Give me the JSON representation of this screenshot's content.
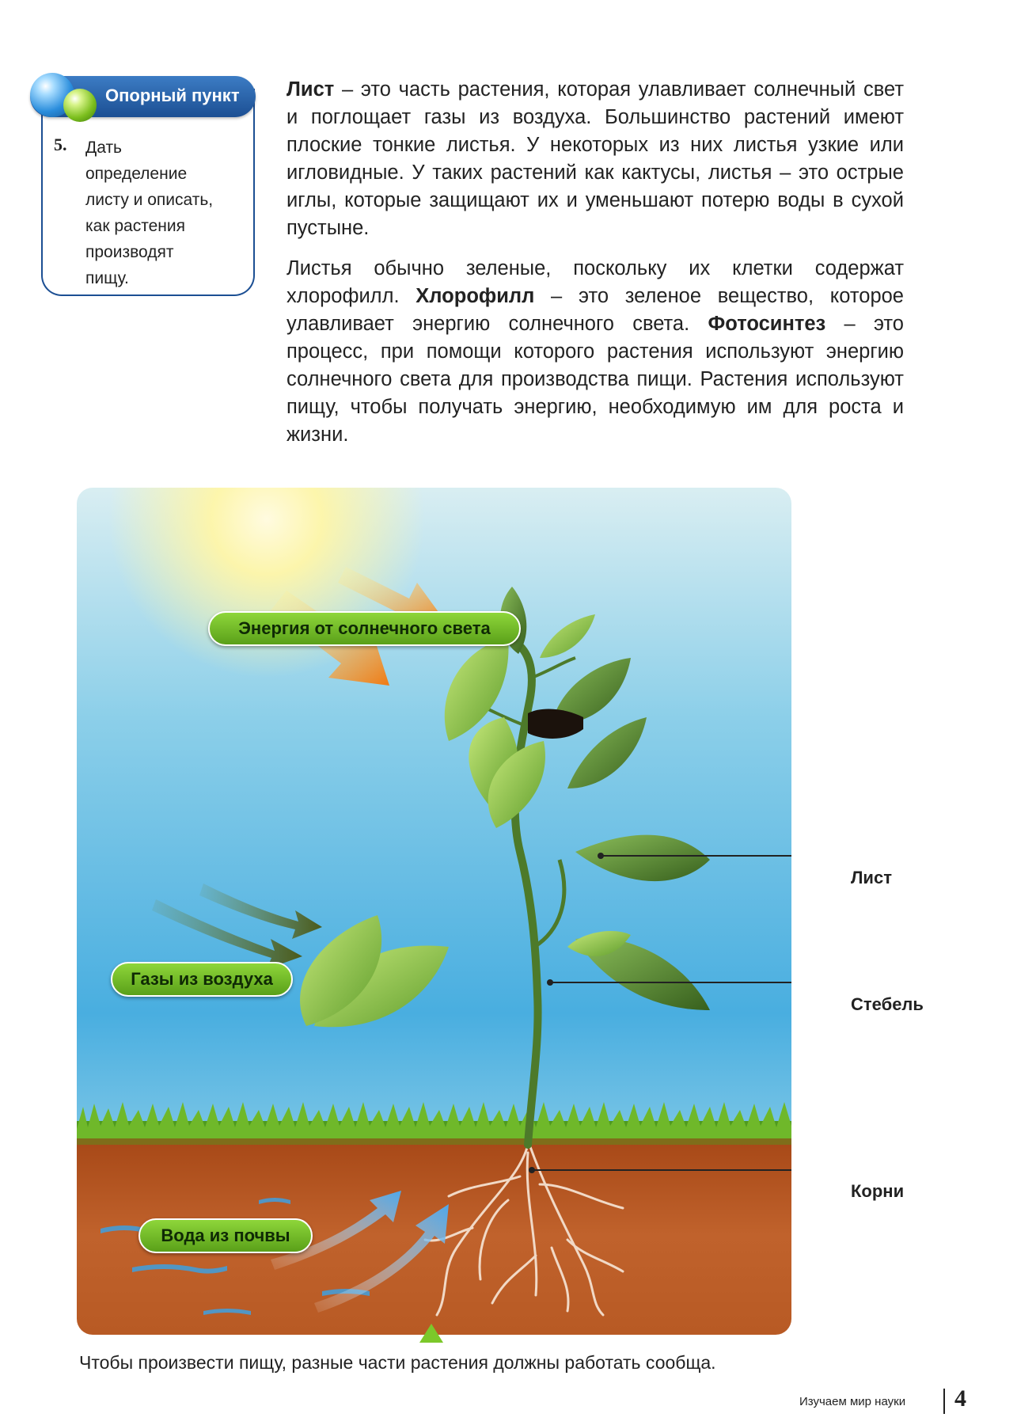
{
  "sidebar": {
    "header": "Опорный пункт",
    "number": "5.",
    "lines": [
      "Дать",
      "определение",
      "листу и описать,",
      "как растения",
      "производят",
      "пищу."
    ]
  },
  "paragraph1": {
    "bold": "Лист",
    "rest": " – это часть растения, которая улавливает солнечный свет и поглощает газы из воздуха. Большинство растений имеют плоские тонкие листья. У некоторых из них листья узкие или игловидные. У таких растений как кактусы, листья – это острые иглы, которые защищают их и уменьшают потерю воды в сухой пустыне."
  },
  "paragraph2": {
    "part1": "Листья обычно зеленые, поскольку их клетки содержат хлорофилл. ",
    "bold1": "Хлорофилл",
    "part2": " – это зеленое вещество, которое улавливает энергию солнечного света. ",
    "bold2": "Фотосинтез",
    "part3": " – это процесс, при помощи которого растения используют энергию солнечного света для производства пищи. Растения используют пищу, чтобы получать энергию, необходимую им для роста и жизни."
  },
  "figure": {
    "pill_sun": "Энергия от солнечного света",
    "pill_gas": "Газы из воздуха",
    "pill_water": "Вода из почвы",
    "label_leaf": "Лист",
    "label_stem": "Стебель",
    "label_roots": "Корни",
    "colors": {
      "sky_top": "#d7eef6",
      "sky_bottom": "#49aee0",
      "soil": "#b4511f",
      "grass": "#4e9a1e",
      "pill": "#6fb82a"
    }
  },
  "caption": "Чтобы произвести пищу, разные части растения должны работать сообща.",
  "footer": {
    "book_title": "Изучаем мир науки",
    "page_number": "4"
  }
}
